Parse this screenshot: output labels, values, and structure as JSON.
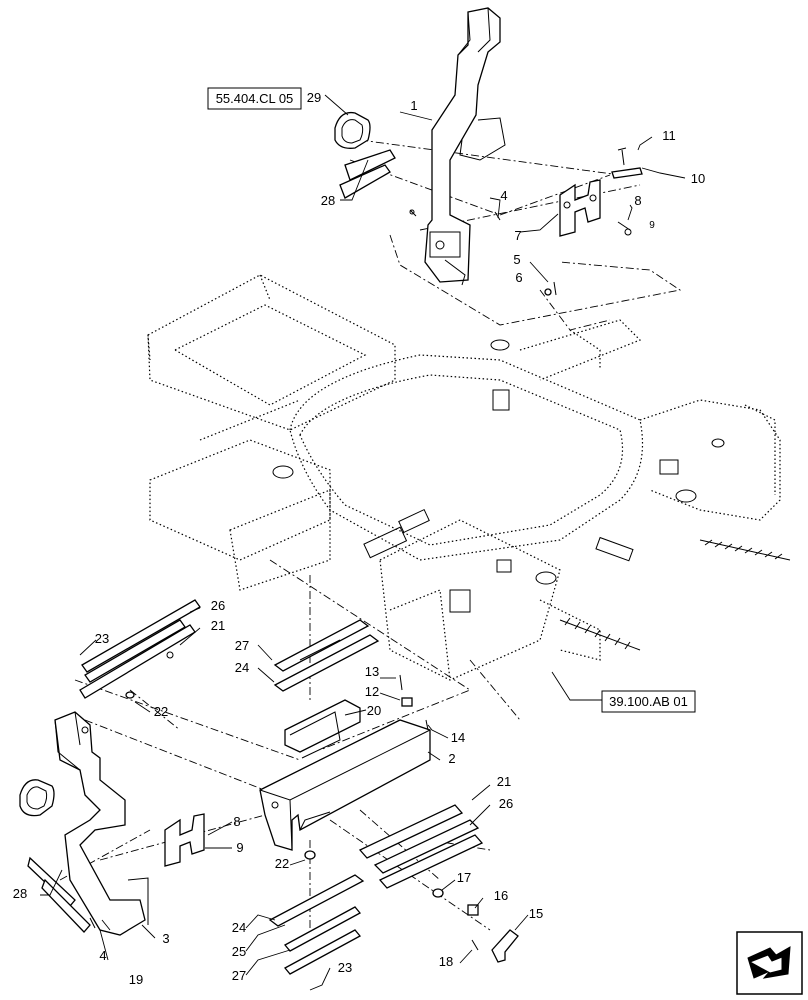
{
  "references": {
    "top_ref": "55.404.CL 05",
    "bottom_ref": "39.100.AB 01"
  },
  "callouts": {
    "c1": "1",
    "c2": "2",
    "c3": "3",
    "c4a": "4",
    "c4b": "4",
    "c5": "5",
    "c6": "6",
    "c7": "7",
    "c8a": "8",
    "c8b": "8",
    "c9a": "9",
    "c9b": "9",
    "c10": "10",
    "c11": "11",
    "c12": "12",
    "c13": "13",
    "c14": "14",
    "c15": "15",
    "c16": "16",
    "c17": "17",
    "c18": "18",
    "c19": "19",
    "c20": "20",
    "c21a": "21",
    "c21b": "21",
    "c22a": "22",
    "c22b": "22",
    "c23a": "23",
    "c23b": "23",
    "c24a": "24",
    "c24b": "24",
    "c25": "25",
    "c26a": "26",
    "c26b": "26",
    "c27a": "27",
    "c27b": "27",
    "c28a": "28",
    "c28b": "28",
    "c29": "29"
  },
  "icons": {
    "nav": "next-page-arrow-icon"
  }
}
